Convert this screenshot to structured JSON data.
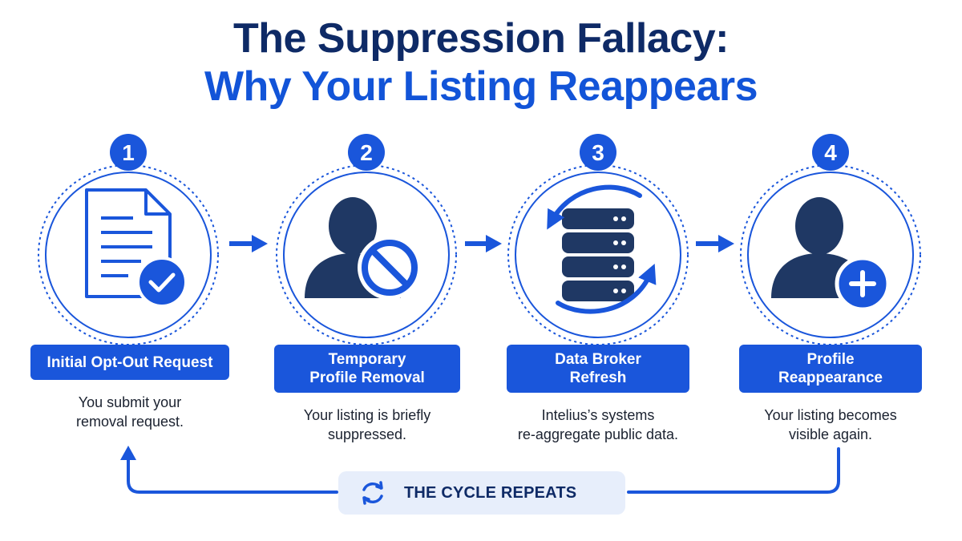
{
  "title_line1": "The Suppression Fallacy:",
  "title_line2": "Why Your Listing Reappears",
  "steps": [
    {
      "number": "1",
      "label": "Initial Opt-Out Request",
      "desc_lines": [
        "You submit your",
        "removal request."
      ],
      "icon": "document-check-icon"
    },
    {
      "number": "2",
      "label_lines": [
        "Temporary",
        "Profile Removal"
      ],
      "desc_lines": [
        "Your listing is briefly",
        "suppressed."
      ],
      "icon": "person-blocked-icon"
    },
    {
      "number": "3",
      "label_lines": [
        "Data Broker",
        "Refresh"
      ],
      "desc_lines": [
        "Intelius’s systems",
        "re-aggregate public data."
      ],
      "icon": "database-refresh-icon"
    },
    {
      "number": "4",
      "label_lines": [
        "Profile",
        "Reappearance"
      ],
      "desc_lines": [
        "Your listing becomes",
        "visible again."
      ],
      "icon": "person-add-icon"
    }
  ],
  "cycle_label": "THE CYCLE REPEATS",
  "cycle_icon": "refresh-icon",
  "colors": {
    "navy": "#0e2a66",
    "blue": "#1a56db",
    "icon_dark": "#1f3864",
    "pale": "#e7eefb"
  }
}
